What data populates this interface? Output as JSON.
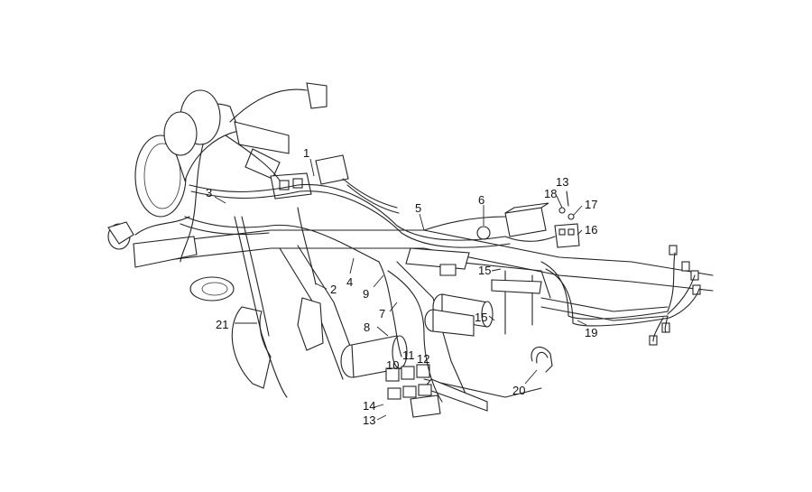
{
  "callouts": [
    "1",
    "2",
    "3",
    "4",
    "5",
    "6",
    "7",
    "8",
    "9",
    "10",
    "11",
    "12",
    "13",
    "13",
    "14",
    "15",
    "15",
    "16",
    "17",
    "18",
    "19",
    "20",
    "21"
  ]
}
